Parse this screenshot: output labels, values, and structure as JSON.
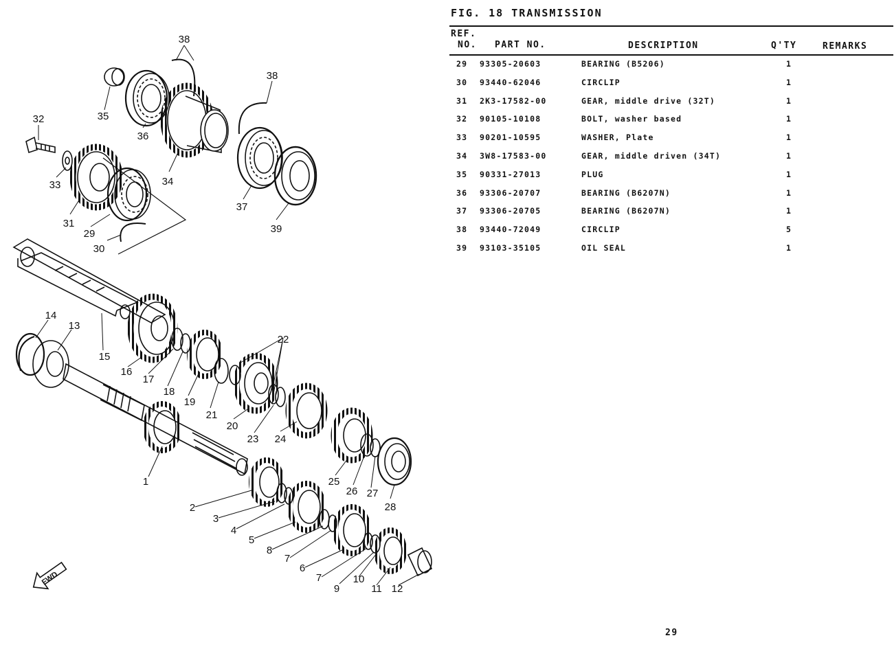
{
  "figure": {
    "title": "FIG. 18   TRANSMISSION"
  },
  "headers": {
    "ref_line1": "REF.",
    "ref_line2": "NO.",
    "part_no": "PART NO.",
    "description": "DESCRIPTION",
    "qty": "Q'TY",
    "remarks": "REMARKS"
  },
  "parts": [
    {
      "ref": "29",
      "part_no": "93305-20603",
      "description": "BEARING (B5206)",
      "qty": "1"
    },
    {
      "ref": "30",
      "part_no": "93440-62046",
      "description": "CIRCLIP",
      "qty": "1"
    },
    {
      "ref": "31",
      "part_no": "2K3-17582-00",
      "description": "GEAR, middle drive (32T)",
      "qty": "1"
    },
    {
      "ref": "32",
      "part_no": "90105-10108",
      "description": "BOLT, washer based",
      "qty": "1"
    },
    {
      "ref": "33",
      "part_no": "90201-10595",
      "description": "WASHER, Plate",
      "qty": "1"
    },
    {
      "ref": "34",
      "part_no": "3W8-17583-00",
      "description": "GEAR, middle driven (34T)",
      "qty": "1"
    },
    {
      "ref": "35",
      "part_no": "90331-27013",
      "description": "PLUG",
      "qty": "1"
    },
    {
      "ref": "36",
      "part_no": "93306-20707",
      "description": "BEARING (B6207N)",
      "qty": "1"
    },
    {
      "ref": "37",
      "part_no": "93306-20705",
      "description": "BEARING (B6207N)",
      "qty": "1"
    },
    {
      "ref": "38",
      "part_no": "93440-72049",
      "description": "CIRCLIP",
      "qty": "5"
    },
    {
      "ref": "39",
      "part_no": "93103-35105",
      "description": "OIL SEAL",
      "qty": "1"
    }
  ],
  "diagram_labels": {
    "l1": "1",
    "l2": "2",
    "l3": "3",
    "l4": "4",
    "l5": "5",
    "l6": "6",
    "l7a": "7",
    "l7b": "7",
    "l8": "8",
    "l9": "9",
    "l10": "10",
    "l11": "11",
    "l12": "12",
    "l13": "13",
    "l14": "14",
    "l15": "15",
    "l16": "16",
    "l17": "17",
    "l18": "18",
    "l19": "19",
    "l20": "20",
    "l21": "21",
    "l22": "22",
    "l23": "23",
    "l24": "24",
    "l25": "25",
    "l26": "26",
    "l27": "27",
    "l28": "28",
    "l29": "29",
    "l30": "30",
    "l31": "31",
    "l32": "32",
    "l33": "33",
    "l34": "34",
    "l35": "35",
    "l36": "36",
    "l37": "37",
    "l38a": "38",
    "l38b": "38",
    "l39": "39",
    "fwd": "FWD"
  },
  "page": {
    "number": "29"
  }
}
